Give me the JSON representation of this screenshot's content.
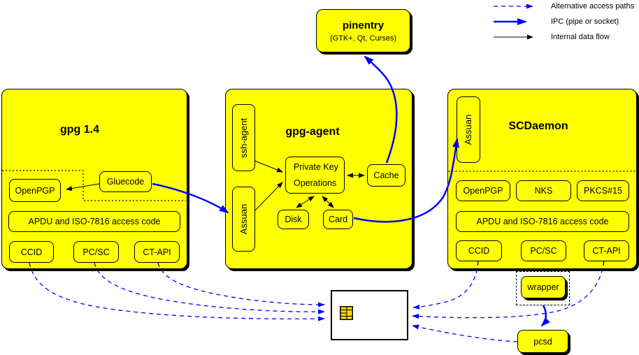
{
  "legend": {
    "alternative": "Alternative access paths",
    "ipc": "IPC (pipe or socket)",
    "internal": "Internal data flow"
  },
  "pinentry": {
    "title": "pinentry",
    "subtitle": "(GTK+, Qt, Curses)"
  },
  "gpg14": {
    "title": "gpg 1.4",
    "openpgp": "OpenPGP",
    "gluecode": "Gluecode",
    "apdu": "APDU and ISO-7816 access code",
    "ccid": "CCID",
    "pcsc": "PC/SC",
    "ctapi": "CT-API"
  },
  "gpg_agent": {
    "title": "gpg-agent",
    "ssh_agent": "ssh-agent",
    "assuan": "Assuan",
    "private_key_line1": "Private Key",
    "private_key_line2": "Operations",
    "cache": "Cache",
    "disk": "Disk",
    "card": "Card"
  },
  "scdaemon": {
    "title": "SCDaemon",
    "assuan": "Assuan",
    "openpgp": "OpenPGP",
    "nks": "NKS",
    "pkcs15": "PKCS#15",
    "apdu": "APDU and ISO-7816 access code",
    "ccid": "CCID",
    "pcsc": "PC/SC",
    "ctapi": "CT-API"
  },
  "external": {
    "wrapper": "wrapper",
    "pcsd": "pcsd"
  },
  "colors": {
    "box_fill": "#ffff00",
    "ipc_blue": "#0000ff",
    "line_black": "#000000",
    "card_fill": "#ffffff",
    "chip_fill": "#ffd700"
  }
}
